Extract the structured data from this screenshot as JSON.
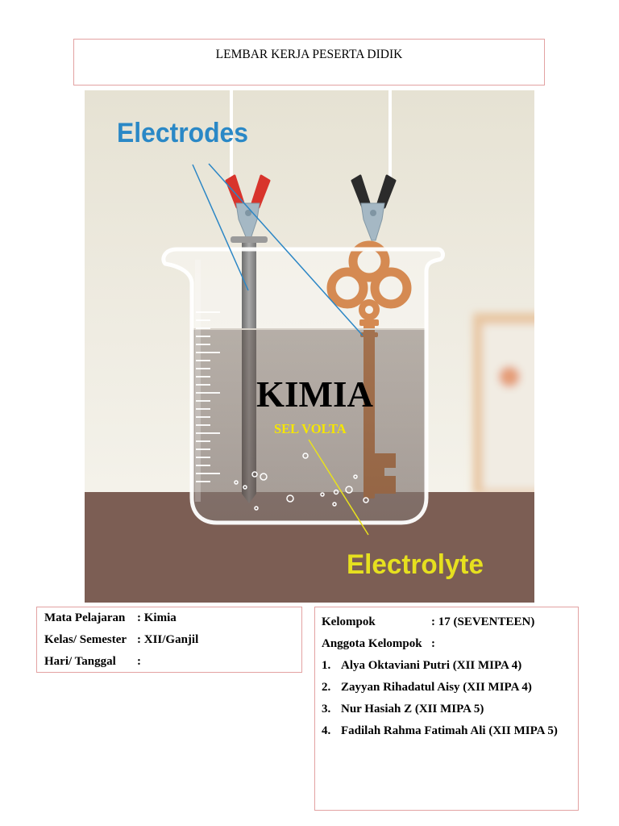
{
  "header": {
    "title": "LEMBAR KERJA PESERTA DIDIK"
  },
  "illustration": {
    "electrodes_label": "Electrodes",
    "electrolyte_label": "Electrolyte",
    "title": "KIMIA",
    "subtitle": "SEL VOLTA"
  },
  "info": {
    "rows": [
      {
        "label": "Mata Pelajaran",
        "value": ": Kimia"
      },
      {
        "label": "Kelas/ Semester",
        "value": ": XII/Ganjil"
      },
      {
        "label": "Hari/ Tanggal",
        "value": ":"
      }
    ]
  },
  "group": {
    "kelompok_label": "Kelompok",
    "kelompok_value": ": 17 (SEVENTEEN)",
    "anggota_label": "Anggota Kelompok",
    "anggota_value": ":",
    "members": [
      {
        "number": "1.",
        "name": "Alya Oktaviani Putri (XII MIPA 4)"
      },
      {
        "number": "2.",
        "name": "Zayyan Rihadatul Aisy (XII MIPA 4)"
      },
      {
        "number": "3.",
        "name": "Nur Hasiah Z (XII MIPA 5)"
      },
      {
        "number": "4.",
        "name": "Fadilah Rahma Fatimah Ali (XII MIPA 5)"
      }
    ]
  },
  "colors": {
    "box_border": "#e3a2a2",
    "electrodes_label": "#2a88c6",
    "electrolyte_label": "#e6e01f",
    "subtitle": "#f5e600",
    "table": "#7c5e54"
  }
}
